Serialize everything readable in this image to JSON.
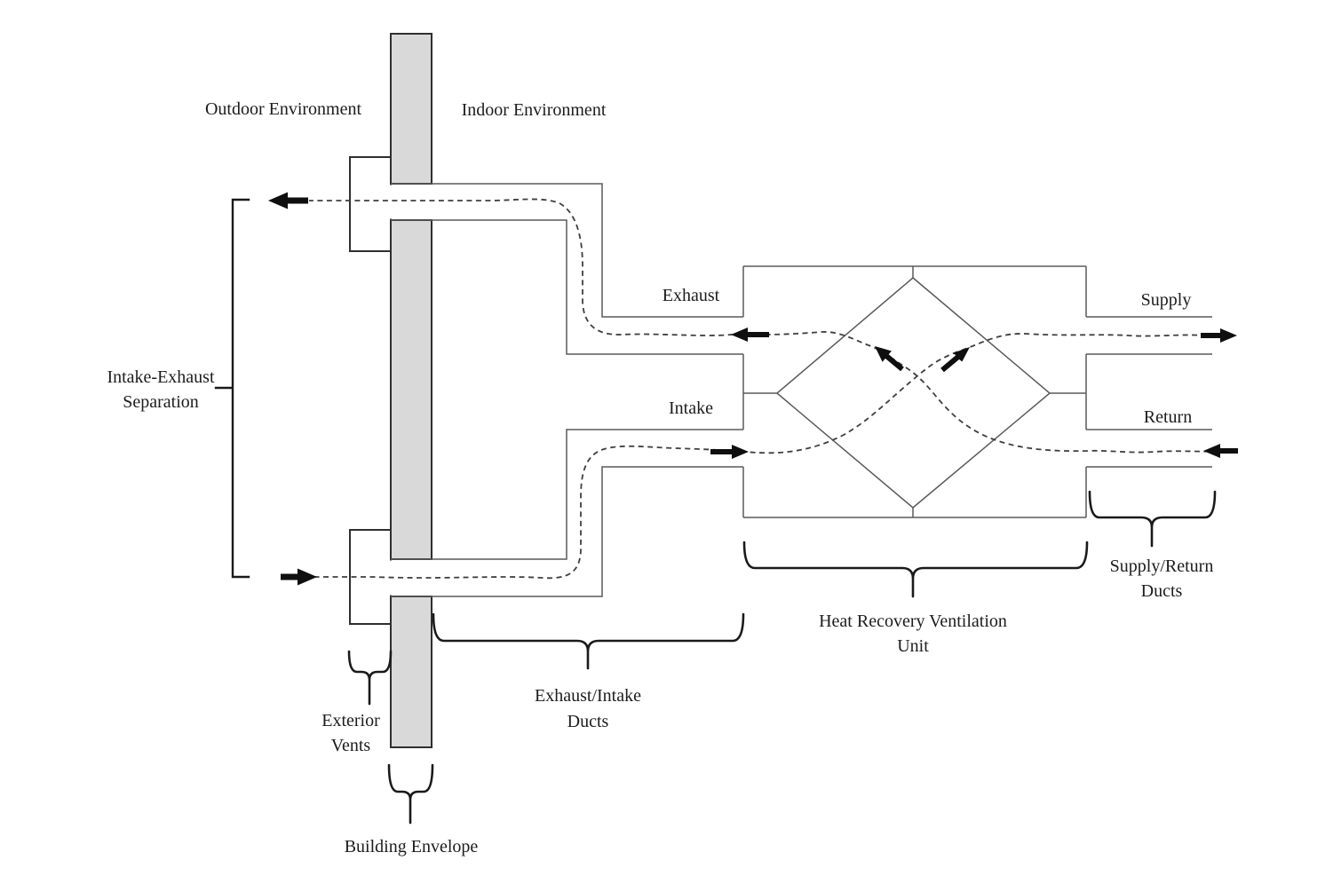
{
  "colors": {
    "wall-fill": "#d9d9d9",
    "wall-border": "#2f2f2f",
    "duct-line": "#5a5a5a",
    "flow-line": "#3f3f3f",
    "arrow": "#0f0f0f",
    "brace": "#1a1a1a",
    "text": "#1c1c1c",
    "background": "#ffffff"
  },
  "regions": {
    "outdoor": "Outdoor Environment",
    "indoor": "Indoor Environment"
  },
  "ports": {
    "exhaust": "Exhaust",
    "intake": "Intake",
    "supply": "Supply",
    "return": "Return"
  },
  "callouts": {
    "separation": {
      "line1": "Intake-Exhaust",
      "line2": "Separation"
    },
    "exterior_vents": {
      "line1": "Exterior",
      "line2": "Vents"
    },
    "building_envelope": {
      "line1": "Building Envelope"
    },
    "exhaust_intake_ducts": {
      "line1": "Exhaust/Intake",
      "line2": "Ducts"
    },
    "hrv_unit": {
      "line1": "Heat Recovery Ventilation",
      "line2": "Unit"
    },
    "supply_return_ducts": {
      "line1": "Supply/Return",
      "line2": "Ducts"
    }
  }
}
